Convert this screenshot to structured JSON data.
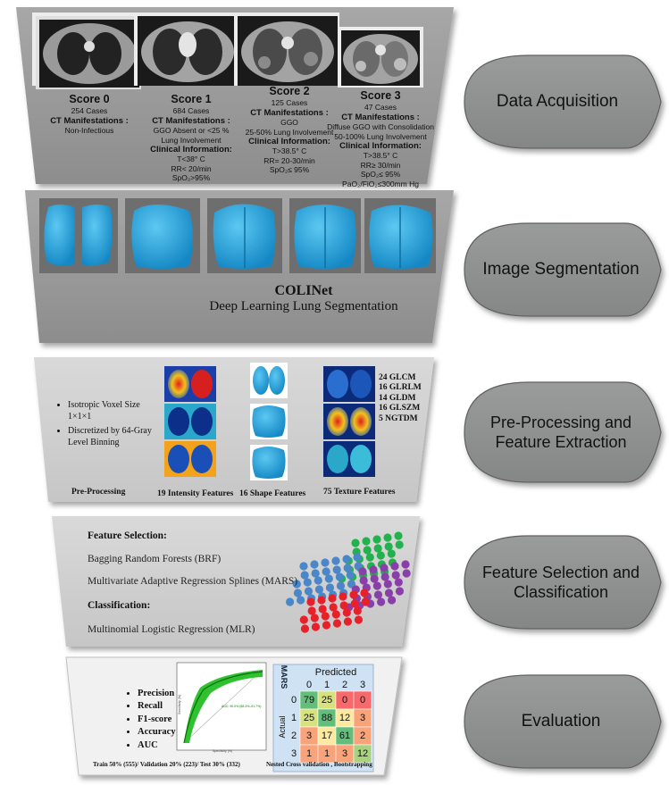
{
  "stages": [
    {
      "label": "Data Acquisition"
    },
    {
      "label": "Image Segmentation"
    },
    {
      "label": "Pre-Processing and Feature Extraction"
    },
    {
      "label": "Feature Selection and Classification"
    },
    {
      "label": "Evaluation"
    }
  ],
  "acquisition": {
    "scores": [
      {
        "title": "Score 0",
        "cases": "254 Cases",
        "ct_heading": "CT Manifestations :",
        "ct_lines": [
          "Non-Infectious"
        ],
        "clinical_heading": "",
        "clinical_lines": []
      },
      {
        "title": "Score 1",
        "cases": "684 Cases",
        "ct_heading": "CT Manifestations :",
        "ct_lines": [
          "GGO Absent or <25 %",
          "Lung Involvement"
        ],
        "clinical_heading": "Clinical Information:",
        "clinical_lines": [
          "T<38° C",
          "RR< 20/min",
          "SpO₂>95%"
        ]
      },
      {
        "title": "Score 2",
        "cases": "125 Cases",
        "ct_heading": "CT Manifestations :",
        "ct_lines": [
          "GGO",
          "25-50% Lung Involvement"
        ],
        "clinical_heading": "Clinical Information:",
        "clinical_lines": [
          "T>38.5° C",
          "RR= 20-30/min",
          "SpO₂≤ 95%"
        ]
      },
      {
        "title": "Score 3",
        "cases": "47 Cases",
        "ct_heading": "CT Manifestations :",
        "ct_lines": [
          "Diffuse GGO with Consolidation",
          "50-100% Lung Involvement"
        ],
        "clinical_heading": "Clinical Information:",
        "clinical_lines": [
          "T>38.5° C",
          "RR≥ 30/min",
          "SpO₂≤ 95%",
          "PaO₂/FiO₂≤300mm Hg"
        ]
      }
    ]
  },
  "segmentation": {
    "title": "COLINet",
    "subtitle": "Deep Learning Lung Segmentation"
  },
  "preprocessing": {
    "bullets": [
      "Isotropic Voxel Size 1×1×1",
      "Discretized by 64-Gray Level Binning"
    ],
    "labels": {
      "pre": "Pre-Processing",
      "intensity": "19 Intensity Features",
      "shape": "16 Shape Features",
      "texture": "75 Texture  Features"
    },
    "texture_list": [
      "24 GLCM",
      "16 GLRLM",
      "14 GLDM",
      "16 GLSZM",
      "5 NGTDM"
    ]
  },
  "selection": {
    "heading1": "Feature Selection:",
    "methods": [
      "Bagging Random Forests (BRF)",
      "Multivariate Adaptive Regression Splines (MARS)"
    ],
    "heading2": "Classification:",
    "classifier": "Multinomial Logistic Regression (MLR)"
  },
  "evaluation": {
    "metrics": [
      "Precision",
      "Recall",
      "F1-score",
      "Accuracy",
      "AUC"
    ],
    "split": "Train 50% (555)/ Validation 20% (223)/  Test 30% (332)",
    "validation": "Nested Cross validation , Bootstrapping",
    "roc": {
      "xlabel": "Specificity (%)",
      "ylabel": "Sensitivity (%)",
      "auc_text": "AUC: 90.0% (88.3%–91.7%)"
    },
    "confusion": {
      "model": "MARS",
      "predicted": "Predicted",
      "actual": "Actual",
      "classes": [
        "0",
        "1",
        "2",
        "3"
      ],
      "matrix": [
        [
          79,
          25,
          0,
          0
        ],
        [
          25,
          88,
          12,
          3
        ],
        [
          3,
          17,
          61,
          2
        ],
        [
          1,
          1,
          3,
          12
        ]
      ]
    }
  },
  "colors": {
    "panel": "#9b9b9b",
    "pill": "#8f9090",
    "lung": "#29a8e0",
    "green": "#22b14c",
    "blue": "#4a86c8",
    "purple": "#8a3ea8",
    "red": "#e8202a"
  }
}
